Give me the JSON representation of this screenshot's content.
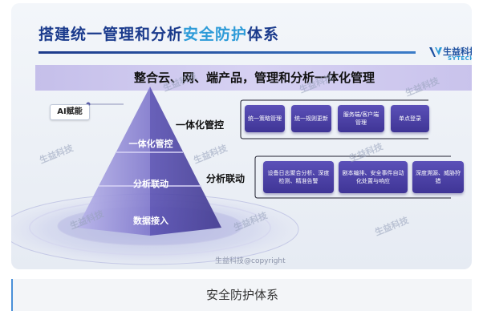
{
  "slide": {
    "title_prefix": "搭建统一管理和分析",
    "title_highlight": "安全防护",
    "title_suffix": "体系",
    "banner": "整合云、网、端产品，管理和分析一体化管理",
    "logo": {
      "brand": "生益科技",
      "sub": "SYTECH"
    },
    "ai_label": "AI赋能",
    "pyramid": {
      "top": "一体化管控",
      "middle": "分析联动",
      "bottom": "数据接入"
    },
    "groups": [
      {
        "label": "一体化管控",
        "items": [
          "统一策略管理",
          "统一规则更新",
          "服务端/客户端管理",
          "单点登录"
        ]
      },
      {
        "label": "分析联动",
        "items": [
          "设备日志聚合分析、深度检测、精准告警",
          "剧本编排、安全事件自动化处置与响应",
          "深度溯源、威胁狩猎"
        ]
      }
    ],
    "watermark": "生益科技",
    "copyright": "生益科技@copyright",
    "colors": {
      "title": "#1a3a8c",
      "highlight": "#2e9bd8",
      "banner": "#cfc9ef",
      "capability_box": "#4a40a6",
      "pyramid": "#5e55b8"
    }
  },
  "caption": "安全防护体系"
}
